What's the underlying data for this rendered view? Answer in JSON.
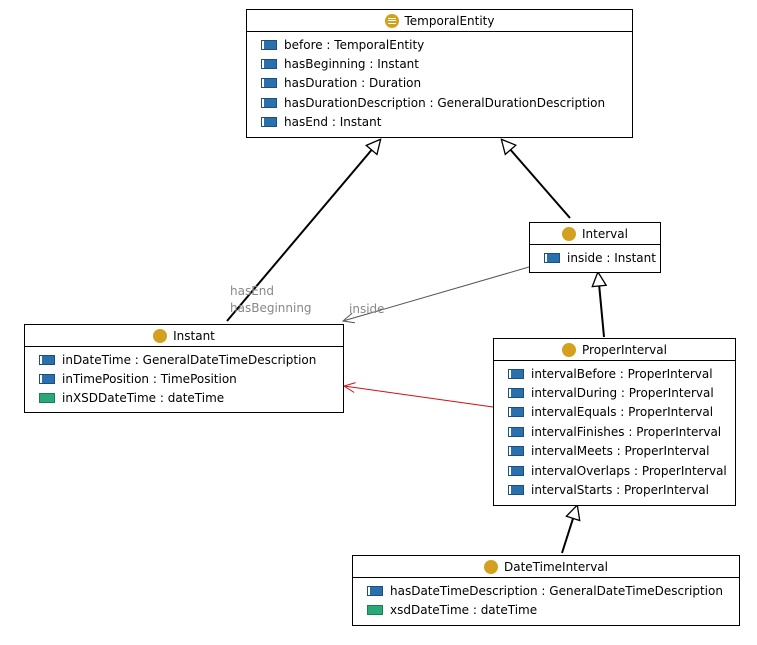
{
  "classes": {
    "temporal_entity": {
      "name": "TemporalEntity",
      "icon": "abstract-class-icon",
      "attributes": [
        {
          "text": "before : TemporalEntity",
          "kind": "object"
        },
        {
          "text": "hasBeginning : Instant",
          "kind": "object"
        },
        {
          "text": "hasDuration : Duration",
          "kind": "object"
        },
        {
          "text": "hasDurationDescription : GeneralDurationDescription",
          "kind": "object"
        },
        {
          "text": "hasEnd : Instant",
          "kind": "object"
        }
      ]
    },
    "interval": {
      "name": "Interval",
      "icon": "class-icon",
      "attributes": [
        {
          "text": "inside : Instant",
          "kind": "object"
        }
      ]
    },
    "instant": {
      "name": "Instant",
      "icon": "class-icon",
      "attributes": [
        {
          "text": "inDateTime : GeneralDateTimeDescription",
          "kind": "object"
        },
        {
          "text": "inTimePosition : TimePosition",
          "kind": "object"
        },
        {
          "text": "inXSDDateTime : dateTime",
          "kind": "datatype"
        }
      ]
    },
    "proper_interval": {
      "name": "ProperInterval",
      "icon": "class-icon",
      "attributes": [
        {
          "text": "intervalBefore : ProperInterval",
          "kind": "object"
        },
        {
          "text": "intervalDuring : ProperInterval",
          "kind": "object"
        },
        {
          "text": "intervalEquals : ProperInterval",
          "kind": "object"
        },
        {
          "text": "intervalFinishes : ProperInterval",
          "kind": "object"
        },
        {
          "text": "intervalMeets : ProperInterval",
          "kind": "object"
        },
        {
          "text": "intervalOverlaps : ProperInterval",
          "kind": "object"
        },
        {
          "text": "intervalStarts : ProperInterval",
          "kind": "object"
        }
      ]
    },
    "date_time_interval": {
      "name": "DateTimeInterval",
      "icon": "class-icon",
      "attributes": [
        {
          "text": "hasDateTimeDescription : GeneralDateTimeDescription",
          "kind": "object"
        },
        {
          "text": "xsdDateTime : dateTime",
          "kind": "datatype"
        }
      ]
    }
  },
  "edge_labels": {
    "has_end": "hasEnd",
    "has_beginning": "hasBeginning",
    "inside": "inside"
  },
  "colors": {
    "class_icon": "#d4a020",
    "object_property": "#2a70ad",
    "datatype_property": "#2aa877",
    "association_edge": "#d01010",
    "reference_edge": "#444444",
    "label_gray": "#888888"
  }
}
